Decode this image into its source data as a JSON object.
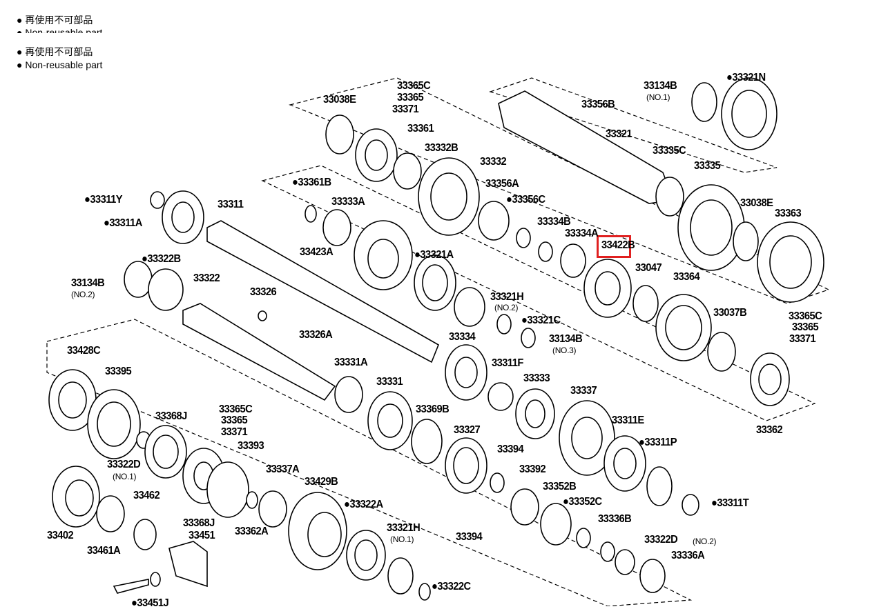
{
  "legend": {
    "line1_jp": "● 再使用不可部品",
    "line1_en": "● Non-reusable part",
    "line2_jp": "● 再使用不可部品",
    "line2_en": "● Non-reusable part"
  },
  "highlight": {
    "label": "33422B",
    "color": "#e02020"
  },
  "labels": [
    "33365C",
    "33365",
    "33371",
    "33038E",
    "33361",
    "33332B",
    "33332",
    "33356A",
    "●33356C",
    "33134B",
    "(NO.1)",
    "●33321N",
    "33356B",
    "33321",
    "33335C",
    "33335",
    "33038E",
    "33363",
    "33334B",
    "33334A",
    "33422B",
    "33047",
    "33364",
    "33037B",
    "33365C",
    "33365",
    "33371",
    "33362",
    "●33361B",
    "33333A",
    "33423A",
    "●33321A",
    "●33311Y",
    "●33311A",
    "33311",
    "●33322B",
    "33134B",
    "(NO.2)",
    "33322",
    "33326",
    "33326A",
    "33321H",
    "(NO.2)",
    "●33321C",
    "33134B",
    "(NO.3)",
    "33334",
    "33311F",
    "33333",
    "33337",
    "33311E",
    "●33311P",
    "●33311T",
    "33428C",
    "33395",
    "33368J",
    "33365C",
    "33365",
    "33371",
    "33393",
    "33322D",
    "(NO.1)",
    "33331A",
    "33331",
    "33369B",
    "33327",
    "33394",
    "33392",
    "33352B",
    "●33352C",
    "33336B",
    "33322D",
    "(NO.2)",
    "33336A",
    "33337A",
    "33429B",
    "●33322A",
    "33462",
    "33402",
    "33461A",
    "33368J",
    "33451",
    "33362A",
    "33321H",
    "(NO.1)",
    "33394",
    "●33322C",
    "●33451J"
  ]
}
